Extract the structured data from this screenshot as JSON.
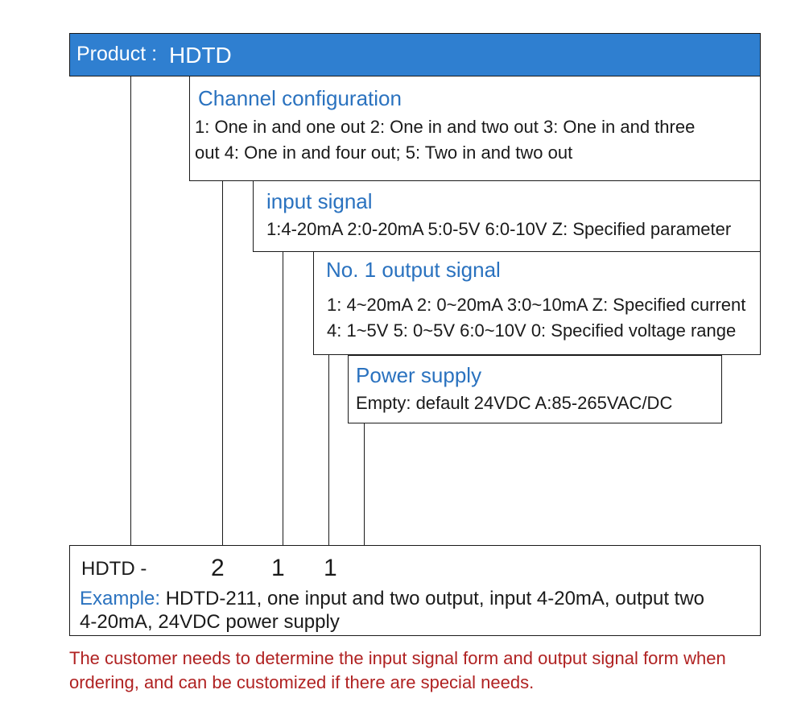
{
  "product": {
    "label": "Product :",
    "name": "HDTD"
  },
  "channel_configuration": {
    "title": "Channel configuration",
    "line1": "1: One in and one out 2: One in and two out 3: One in and three",
    "line2": "out 4: One in and four out; 5: Two in and two out"
  },
  "input_signal": {
    "title": "input signal",
    "line1": "1:4-20mA 2:0-20mA 5:0-5V 6:0-10V Z: Specified parameter"
  },
  "output_signal": {
    "title": "No. 1 output signal",
    "line1": "1: 4~20mA 2: 0~20mA 3:0~10mA Z: Specified current",
    "line2": "4: 1~5V 5: 0~5V 6:0~10V 0: Specified voltage range"
  },
  "power_supply": {
    "title": "Power supply",
    "line1": "Empty: default 24VDC A:85-265VAC/DC"
  },
  "code": {
    "prefix": "HDTD -",
    "digit1": "2",
    "digit2": "1",
    "digit3": "1"
  },
  "example": {
    "label": "Example:",
    "text": "HDTD-211, one input and two output, input 4-20mA, output two",
    "line2": "4-20mA, 24VDC power supply"
  },
  "note": {
    "line1": "The customer needs to determine the input signal form and output signal form when",
    "line2": "ordering, and can be customized if there are special needs."
  },
  "colors": {
    "header_bg": "#2f7fd0",
    "title_blue": "#2a72bf",
    "note_red": "#b02222"
  }
}
